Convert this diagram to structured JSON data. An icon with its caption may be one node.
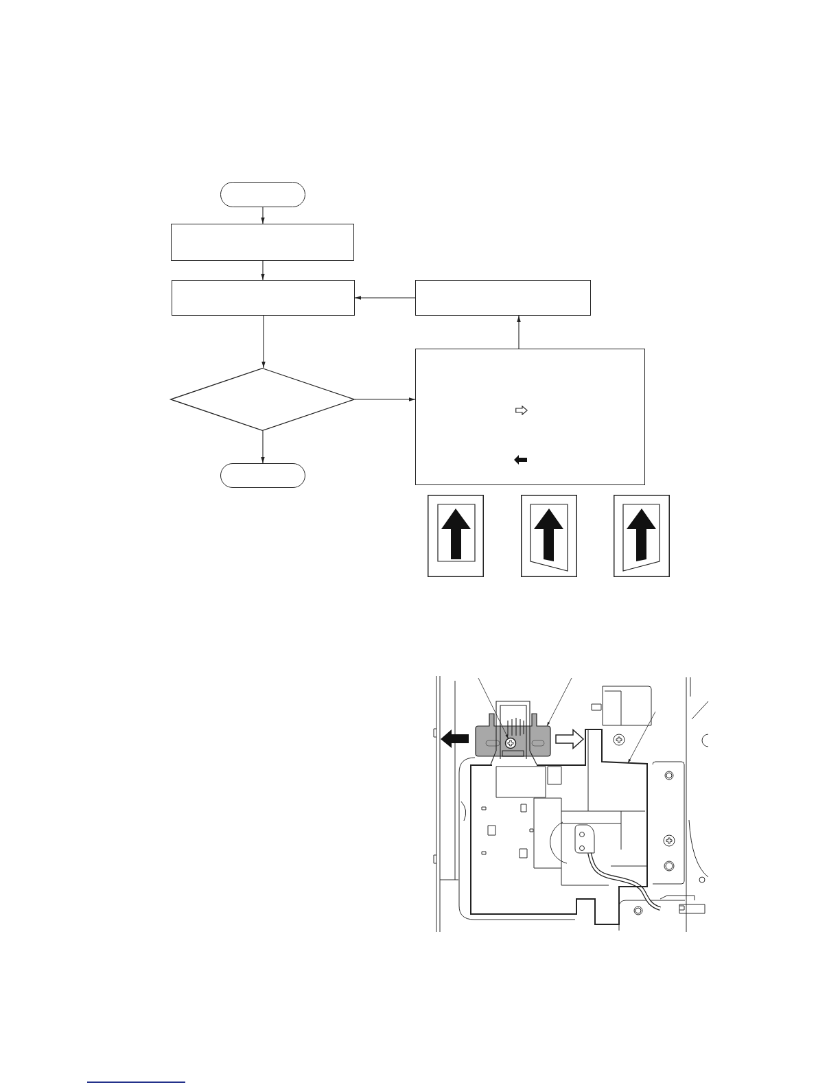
{
  "diagram": {
    "nodes": [
      {
        "text": [],
        "shape": "pill"
      },
      {
        "text": [],
        "shape": "box"
      },
      {
        "text": [],
        "shape": "box"
      },
      {
        "text": [],
        "shape": "box"
      },
      {
        "text": [],
        "shape": "box"
      },
      {
        "text": [],
        "shape": "diamond"
      },
      {
        "text": [],
        "shape": "pill"
      },
      {
        "text": [],
        "shape": "picture"
      },
      {
        "text": [],
        "shape": "picture"
      },
      {
        "text": [],
        "shape": "picture"
      }
    ],
    "edges": [
      {
        "from": 0,
        "to": 1,
        "arrow": "to"
      },
      {
        "from": 1,
        "to": 2,
        "arrow": "to"
      },
      {
        "from": 2,
        "to": 5,
        "arrow": "to"
      },
      {
        "from": 5,
        "to": 6,
        "arrow": "to"
      },
      {
        "from": 5,
        "to": 4,
        "arrow": "to"
      },
      {
        "from": 4,
        "to": 3,
        "arrow": "to"
      },
      {
        "from": 3,
        "to": 2,
        "arrow": "to"
      },
      {
        "from": null,
        "to": 8,
        "arrow": "to"
      },
      {
        "from": null,
        "to": 7,
        "arrow": "to"
      },
      {
        "from": null,
        "to": 9,
        "arrow": "to"
      }
    ]
  }
}
